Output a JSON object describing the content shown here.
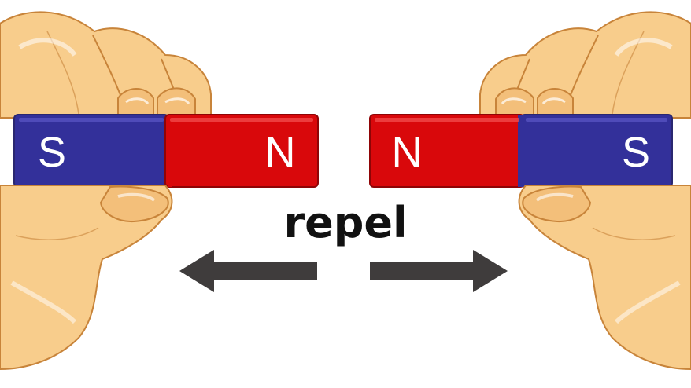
{
  "caption": "repel",
  "colors": {
    "north": "#d9080b",
    "south": "#33309a",
    "skin": "#f8cd8c",
    "skin_shadow": "#eab06a",
    "outline": "#c8843a",
    "arrow": "#3f3c3c",
    "text": "#111111"
  },
  "left_magnet": {
    "left_pole": "S",
    "right_pole": "N"
  },
  "right_magnet": {
    "left_pole": "N",
    "right_pole": "S"
  },
  "arrows": {
    "left": "left-arrow-icon",
    "right": "right-arrow-icon"
  }
}
